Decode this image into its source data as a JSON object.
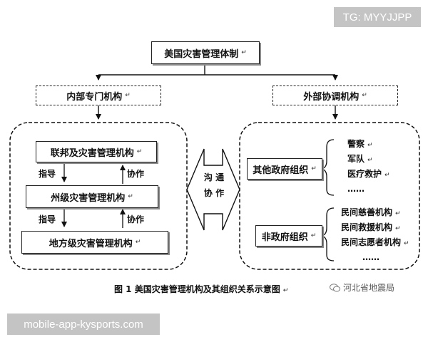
{
  "watermark_top": "TG: MYYJJPP",
  "watermark_bottom": "mobile-app-kysports.com",
  "root": "美国灾害管理体制",
  "left_branch": "内部专门机构",
  "right_branch": "外部协调机构",
  "internal": {
    "federal": "联邦及灾害管理机构",
    "state": "州级灾害管理机构",
    "local": "地方级灾害管理机构",
    "guide_label": "指导",
    "coop_label": "协作"
  },
  "center": {
    "line1": "沟  通",
    "line2": "协  作"
  },
  "external": {
    "gov_org": "其他政府组织",
    "gov_items": [
      "警察",
      "军队",
      "医疗救护",
      "……"
    ],
    "ngo_org": "非政府组织",
    "ngo_items": [
      "民间慈善机构",
      "民间救援机构",
      "民间志愿者机构",
      "……"
    ]
  },
  "caption": "图 1  美国灾害管理机构及其组织关系示意图",
  "source": "河北省地震局",
  "mark": "↵"
}
